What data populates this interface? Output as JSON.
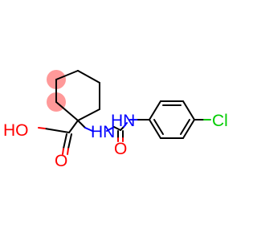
{
  "molecule": {
    "atoms": {
      "carboxyl_oh": "HO",
      "carboxyl_o": "O",
      "nh_alpha": "HN",
      "nh_aryl": "HN",
      "urea_o": "O",
      "chlorine": "Cl"
    },
    "colors": {
      "bond": "#000000",
      "oxygen": "#ff0000",
      "nitrogen": "#0000ff",
      "chlorine": "#00cc00",
      "highlight": "#ff9999"
    }
  }
}
